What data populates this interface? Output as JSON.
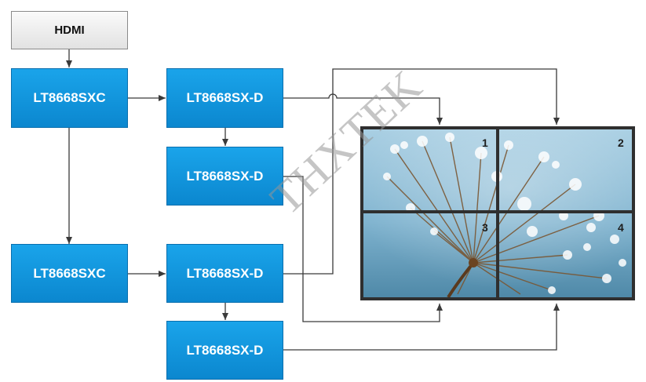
{
  "nodes": {
    "hdmi": "HDMI",
    "converter_top": "LT8668SXC",
    "converter_bottom": "LT8668SXC",
    "decoder_1": "LT8668SX-D",
    "decoder_2": "LT8668SX-D",
    "decoder_3": "LT8668SX-D",
    "decoder_4": "LT8668SX-D"
  },
  "video_wall": {
    "panels": [
      "1",
      "2",
      "3",
      "4"
    ]
  },
  "watermark": "THXTEK",
  "colors": {
    "box_fill": "#1a9be0",
    "box_border": "#0a6fae",
    "wire": "#3a3a3a",
    "wall_frame": "#2f2f2f"
  }
}
